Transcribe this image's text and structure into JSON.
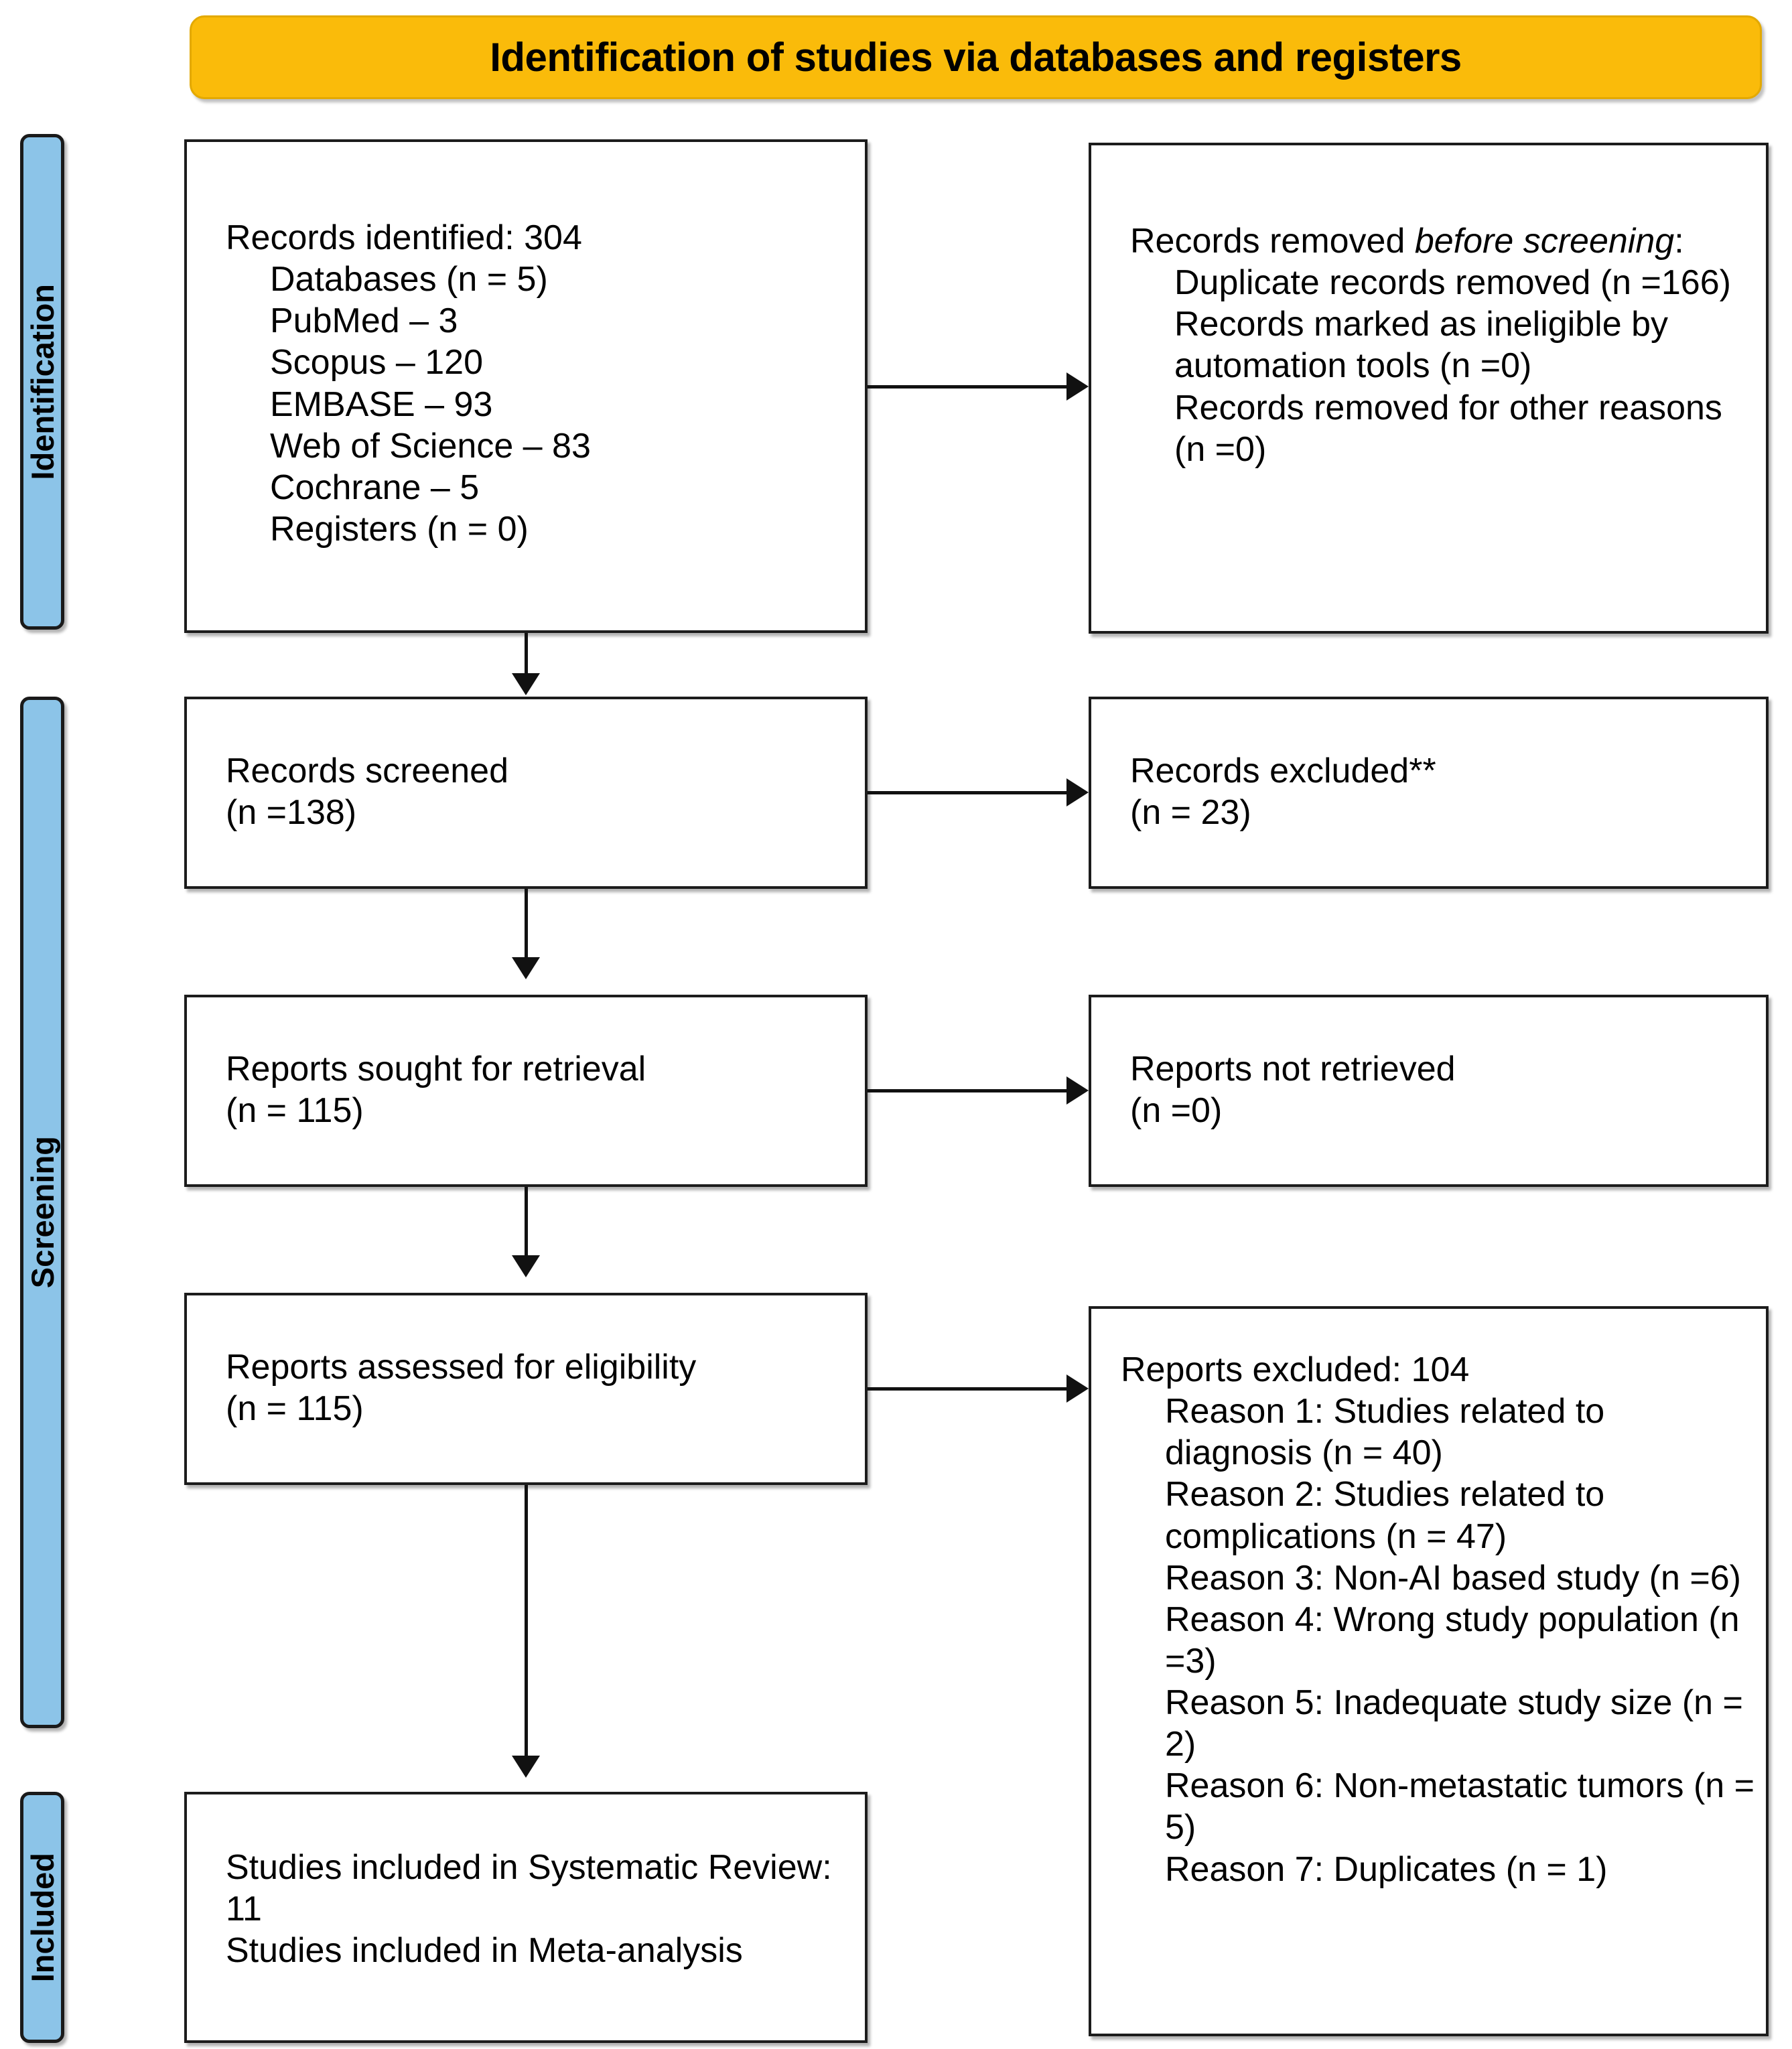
{
  "header": {
    "title": "Identification of studies via databases and registers",
    "bg_color": "#FABB0A"
  },
  "phases": {
    "identification": "Identification",
    "screening": "Screening",
    "included": "Included",
    "bg_color": "#8CC4E8"
  },
  "boxes": {
    "identified": {
      "l1": "Records identified: 304",
      "l2": "Databases (n = 5)",
      "l3": "PubMed – 3",
      "l4": "Scopus – 120",
      "l5": "EMBASE – 93",
      "l6": "Web of Science – 83",
      "l7": "Cochrane – 5",
      "l8": "Registers (n = 0)"
    },
    "removed_before_screening": {
      "l1a": "Records removed ",
      "l1b": "before screening",
      "l1c": ":",
      "l2": "Duplicate records removed (n =166)",
      "l3": "Records marked as ineligible by automation tools (n =0)",
      "l4": "Records removed for other reasons (n =0)"
    },
    "records_screened": {
      "l1": "Records screened",
      "l2": "(n =138)"
    },
    "records_excluded": {
      "l1": "Records excluded**",
      "l2": "(n = 23)"
    },
    "reports_sought": {
      "l1": "Reports sought for retrieval",
      "l2": "(n = 115)"
    },
    "reports_not_retrieved": {
      "l1": "Reports not retrieved",
      "l2": "(n =0)"
    },
    "reports_assessed": {
      "l1": "Reports assessed for eligibility",
      "l2": "(n = 115)"
    },
    "reports_excluded": {
      "l1": "Reports excluded: 104",
      "r1": "Reason 1: Studies related to diagnosis (n = 40)",
      "r2": "Reason 2: Studies related to complications (n = 47)",
      "r3": "Reason 3: Non-AI based study (n =6)",
      "r4": "Reason 4: Wrong study population (n =3)",
      "r5": "Reason 5: Inadequate study size (n = 2)",
      "r6": "Reason 6: Non-metastatic tumors (n = 5)",
      "r7": "Reason 7: Duplicates (n = 1)"
    },
    "studies_included": {
      "l1": "Studies included in Systematic Review: 11",
      "l2": "Studies included in Meta-analysis"
    }
  }
}
